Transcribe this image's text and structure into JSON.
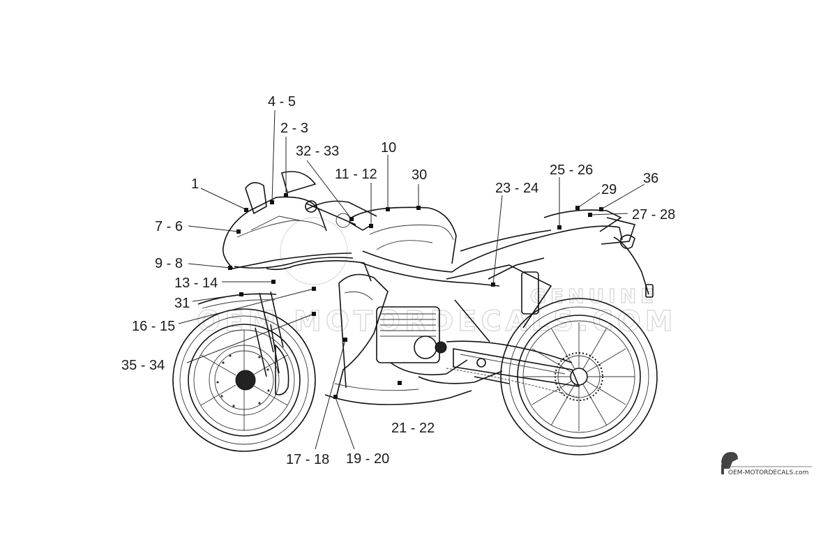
{
  "diagram": {
    "callouts": [
      {
        "id": "c1",
        "text": "1"
      },
      {
        "id": "c2",
        "text": "4 - 5"
      },
      {
        "id": "c3",
        "text": "2 - 3"
      },
      {
        "id": "c4",
        "text": "32 - 33"
      },
      {
        "id": "c5",
        "text": "10"
      },
      {
        "id": "c6",
        "text": "11 - 12"
      },
      {
        "id": "c7",
        "text": "30"
      },
      {
        "id": "c8",
        "text": "7 - 6"
      },
      {
        "id": "c9",
        "text": "9 - 8"
      },
      {
        "id": "c10",
        "text": "13 - 14"
      },
      {
        "id": "c11",
        "text": "31"
      },
      {
        "id": "c12",
        "text": "16 - 15"
      },
      {
        "id": "c13",
        "text": "35 - 34"
      },
      {
        "id": "c14",
        "text": "17 - 18"
      },
      {
        "id": "c15",
        "text": "19 - 20"
      },
      {
        "id": "c16",
        "text": "21 - 22"
      },
      {
        "id": "c17",
        "text": "23 - 24"
      },
      {
        "id": "c18",
        "text": "25 - 26"
      },
      {
        "id": "c19",
        "text": "29"
      },
      {
        "id": "c20",
        "text": "36"
      },
      {
        "id": "c21",
        "text": "27 - 28"
      }
    ]
  },
  "watermark": {
    "line1": "OEM MOTORDECALS.COM",
    "line2": "GENUINE"
  },
  "brand": {
    "label": "OEM-MOTORDECALS.com",
    "icon": "helmet-logo-icon"
  }
}
